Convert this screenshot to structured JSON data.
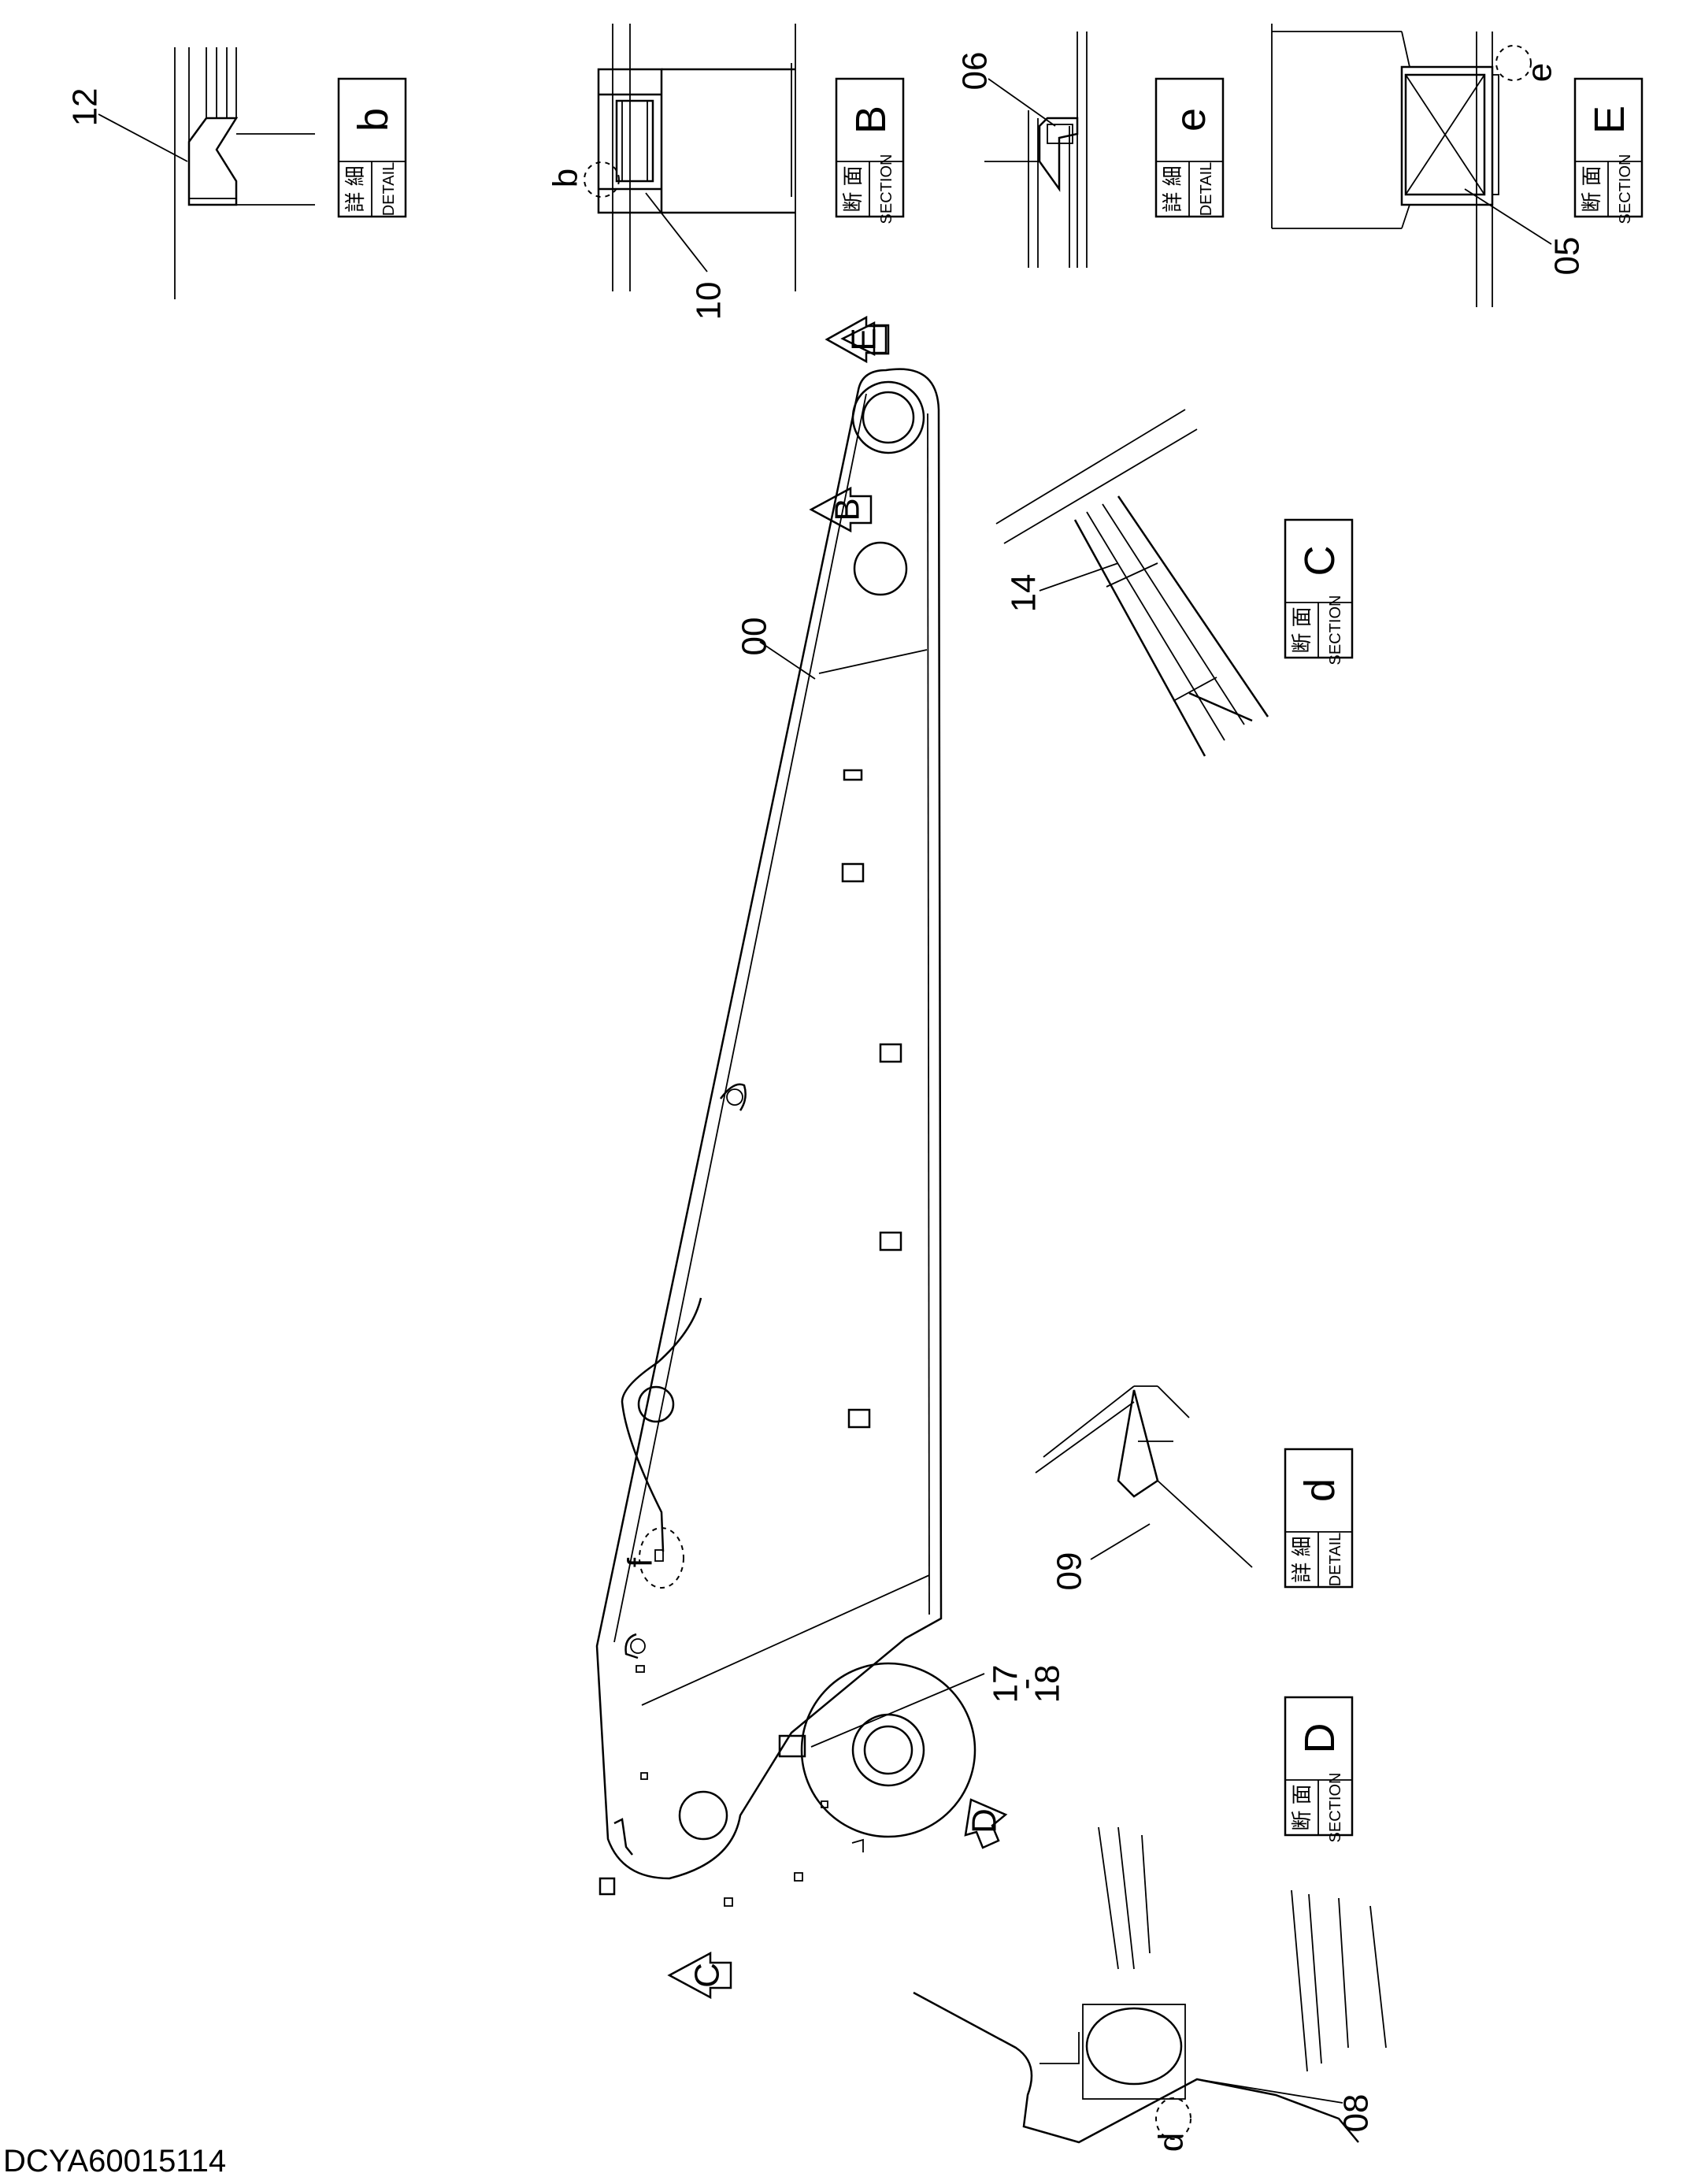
{
  "drawing_code": "DCYA60015114",
  "part_callouts": [
    "00",
    "05",
    "06",
    "08",
    "09",
    "10",
    "12",
    "14",
    "17",
    "18"
  ],
  "detail_circle_letters": [
    "b",
    "d",
    "e",
    "f"
  ],
  "view_arrows": [
    "B",
    "C",
    "D",
    "E"
  ],
  "view_tags": [
    {
      "kind_jp": "詳 細",
      "kind_en": "DETAIL",
      "letter": "b"
    },
    {
      "kind_jp": "断 面",
      "kind_en": "SECTION",
      "letter": "B"
    },
    {
      "kind_jp": "詳 細",
      "kind_en": "DETAIL",
      "letter": "e"
    },
    {
      "kind_jp": "断 面",
      "kind_en": "SECTION",
      "letter": "E"
    },
    {
      "kind_jp": "断 面",
      "kind_en": "SECTION",
      "letter": "C"
    },
    {
      "kind_jp": "詳 細",
      "kind_en": "DETAIL",
      "letter": "d"
    },
    {
      "kind_jp": "断 面",
      "kind_en": "SECTION",
      "letter": "D"
    }
  ]
}
